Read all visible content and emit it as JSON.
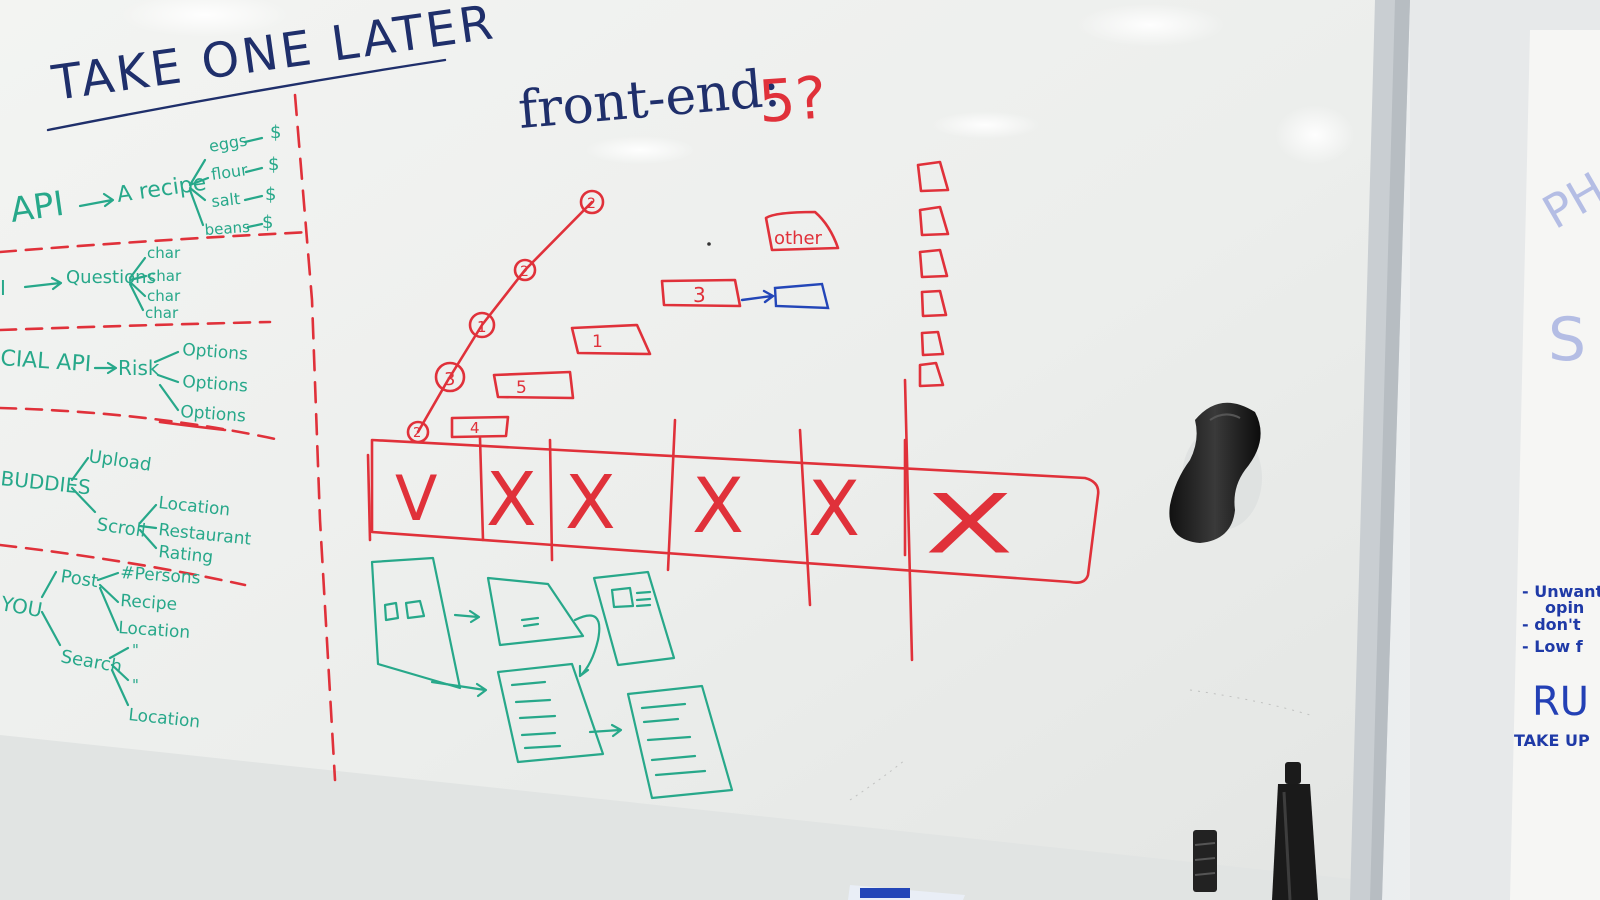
{
  "board": {
    "title": "TAKE ONE LATER",
    "heading_label": "front-end:",
    "heading_value": "5?",
    "api_section": {
      "source": "API",
      "target": "A recipe",
      "items": [
        "eggs",
        "flour",
        "salt",
        "beans"
      ],
      "arrow_value": "$"
    },
    "questions_section": {
      "source": "I",
      "target": "Questions",
      "items": [
        "char",
        "char",
        "char",
        "char"
      ]
    },
    "social_section": {
      "source": "CIAL API",
      "target": "Risk",
      "items": [
        "Options",
        "Options",
        "Options"
      ]
    },
    "buddies_section": {
      "source": "BUDDIES",
      "branch_upload": "Upload",
      "branch_scroll": "Scroll",
      "scroll_items": [
        "Location",
        "Restaurant",
        "Rating"
      ]
    },
    "you_section": {
      "source": "YOU",
      "post": "Post",
      "post_items": [
        "#Persons",
        "Recipe",
        "Location"
      ],
      "search": "Search",
      "search_items": [
        "\"",
        "\"",
        "Location"
      ]
    },
    "timeline": {
      "nodes": [
        "2",
        "2",
        "1",
        "3",
        "2"
      ],
      "boxes": [
        "4",
        "5",
        "1",
        "3",
        "other"
      ]
    },
    "matrix": {
      "cells": [
        "V",
        "X",
        "X",
        "X",
        "X",
        "X"
      ]
    },
    "right_sheet": {
      "partial_top": "PH",
      "partial_mid": "S",
      "bullets": [
        "- Unwant",
        "opin",
        "- don't",
        "- Low f"
      ],
      "big": "RU",
      "footer": "TAKE UP"
    }
  },
  "colors": {
    "board": "#f1f2f0",
    "marker_red": "#e0313a",
    "marker_green": "#27a88a",
    "marker_blue": "#1f2f6b",
    "frame": "#c9ced2"
  },
  "icons": [
    "magnetic-eraser-icon",
    "marker-pen-icon",
    "marker-clip-icon"
  ]
}
